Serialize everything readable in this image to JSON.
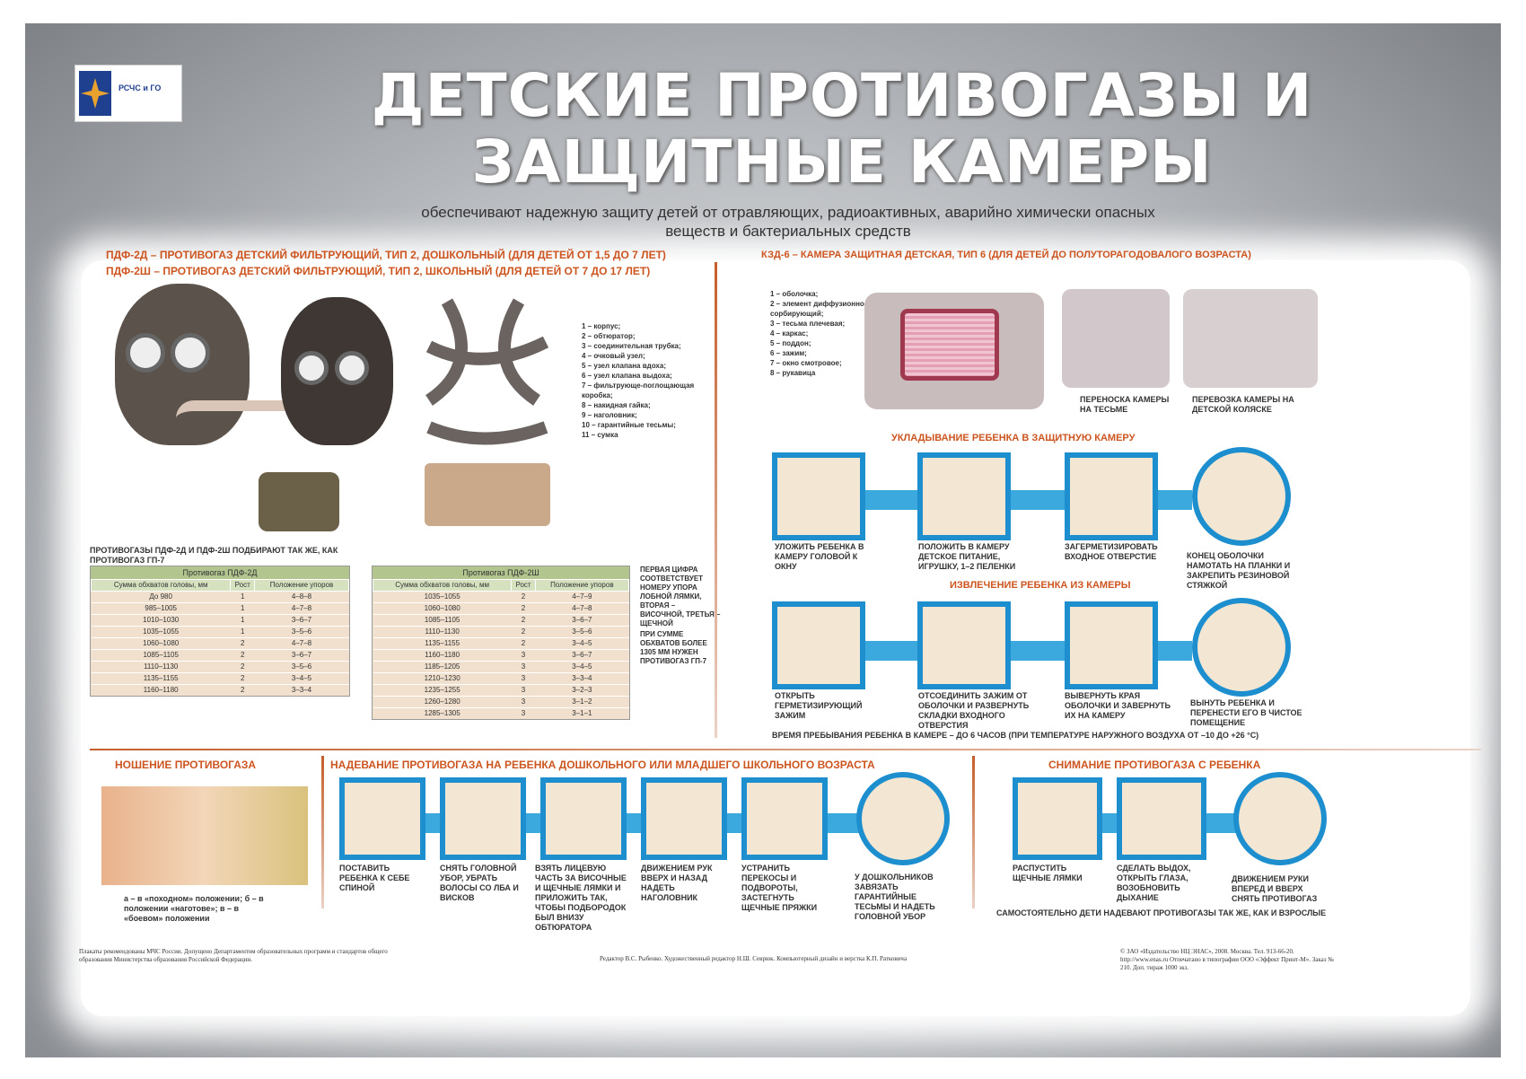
{
  "header": {
    "logo": "РСЧС и ГО",
    "title": "ДЕТСКИЕ ПРОТИВОГАЗЫ И ЗАЩИТНЫЕ КАМЕРЫ",
    "subtitle": "обеспечивают надежную защиту детей от отравляющих, радиоактивных, аварийно химически опасных веществ и бактериальных средств"
  },
  "left": {
    "h1": "ПДФ-2Д – противогаз детский фильтрующий, тип 2, дошкольный (для детей от 1,5 до 7 лет)",
    "h2": "ПДФ-2Ш – противогаз детский фильтрующий, тип 2, школьный (для детей от 7 до 17 лет)",
    "legend": [
      "1 – корпус;",
      "2 – обтюратор;",
      "3 – соединительная трубка;",
      "4 – очковый узел;",
      "5 – узел клапана вдоха;",
      "6 – узел клапана выдоха;",
      "7 – фильтрующе-поглощающая коробка;",
      "8 – накидная гайка;",
      "9 – наголовник;",
      "10 – гарантийные тесьмы;",
      "11 – сумка"
    ],
    "fit_note": "Противогазы ПДФ-2Д и ПДФ-2Ш подбирают так же, как противогаз ГП-7",
    "note1": "Первая цифра соответствует номеру упора лобной лямки, вторая – височной, третья – щечной",
    "note2": "При сумме обхватов более 1305 мм нужен противогаз ГП-7"
  },
  "table1": {
    "caption": "Противогаз ПДФ-2Д",
    "cols": [
      "Сумма обхватов головы, мм",
      "Рост",
      "Положение упоров"
    ],
    "rows": [
      [
        "До 980",
        "1",
        "4–8–8"
      ],
      [
        "985–1005",
        "1",
        "4–7–8"
      ],
      [
        "1010–1030",
        "1",
        "3–6–7"
      ],
      [
        "1035–1055",
        "1",
        "3–5–6"
      ],
      [
        "1060–1080",
        "2",
        "4–7–8"
      ],
      [
        "1085–1105",
        "2",
        "3–6–7"
      ],
      [
        "1110–1130",
        "2",
        "3–5–6"
      ],
      [
        "1135–1155",
        "2",
        "3–4–5"
      ],
      [
        "1160–1180",
        "2",
        "3–3–4"
      ]
    ]
  },
  "table2": {
    "caption": "Противогаз ПДФ-2Ш",
    "cols": [
      "Сумма обхватов головы, мм",
      "Рост",
      "Положение упоров"
    ],
    "rows": [
      [
        "1035–1055",
        "2",
        "4–7–9"
      ],
      [
        "1060–1080",
        "2",
        "4–7–8"
      ],
      [
        "1085–1105",
        "2",
        "3–6–7"
      ],
      [
        "1110–1130",
        "2",
        "3–5–6"
      ],
      [
        "1135–1155",
        "2",
        "3–4–5"
      ],
      [
        "1160–1180",
        "3",
        "3–6–7"
      ],
      [
        "1185–1205",
        "3",
        "3–4–5"
      ],
      [
        "1210–1230",
        "3",
        "3–3–4"
      ],
      [
        "1235–1255",
        "3",
        "3–2–3"
      ],
      [
        "1260–1280",
        "3",
        "3–1–2"
      ],
      [
        "1285–1305",
        "3",
        "3–1–1"
      ]
    ]
  },
  "right": {
    "h": "КЗД-6 – камера защитная детская, тип 6 (для детей до полуторагодовалого возраста)",
    "legend": [
      "1 – оболочка;",
      "2 – элемент диффузионно-сорбирующий;",
      "3 – тесьма плечевая;",
      "4 – каркас;",
      "5 – поддон;",
      "6 – зажим;",
      "7 – окно смотровое;",
      "8 – рукавица"
    ],
    "carry1": "Переноска камеры на тесьме",
    "carry2": "Перевозка камеры на детской коляске",
    "put_h": "Укладывание ребенка в защитную камеру",
    "put": [
      "Уложить ребенка в камеру головой к окну",
      "Положить в камеру детское питание, игрушку, 1–2 пеленки",
      "Загерметизировать входное отверстие",
      "Конец оболочки намотать на планки и закрепить резиновой стяжкой"
    ],
    "take_h": "Извлечение ребенка из камеры",
    "take": [
      "Открыть герметизирующий зажим",
      "Отсоединить зажим от оболочки и развернуть складки входного отверстия",
      "Вывернуть края оболочки и завернуть их на камеру",
      "Вынуть ребенка и перенести его в чистое помещение"
    ],
    "time": "Время пребывания ребенка в камере – до 6 часов (при температуре наружного воздуха от –10 до +26 °С)"
  },
  "bottom": {
    "wear_h": "Ношение противогаза",
    "wear": "а – в «походном» положении; б – в положении «наготове»; в – в «боевом» положении",
    "on_h": "Надевание противогаза на ребенка дошкольного или младшего школьного возраста",
    "on": [
      "Поставить ребенка к себе спиной",
      "Снять головной убор, убрать волосы со лба и висков",
      "Взять лицевую часть за височные и щечные лямки и приложить так, чтобы подбородок был внизу обтюратора",
      "Движением рук вверх и назад надеть наголовник",
      "Устранить перекосы и подвороты, застегнуть щечные пряжки",
      "У дошкольников завязать гарантийные тесьмы и надеть головной убор"
    ],
    "off_h": "Снимание противогаза с ребенка",
    "off": [
      "Распустить щечные лямки",
      "Сделать выдох, открыть глаза, возобновить дыхание",
      "Движением руки вперед и вверх снять противогаз"
    ],
    "self": "Самостоятельно дети надевают противогазы так же, как и взрослые"
  },
  "footer": {
    "left": "Плакаты рекомендованы МЧС России. Допущено Департаментом образовательных программ и стандартов общего образования Министерства образования Российской Федерации.",
    "mid": "Редактор В.С. Рыбенко. Художественный редактор Н.Ш. Севрюк. Компьютерный дизайн и верстка К.П. Ратковича",
    "right": "© ЗАО «Издательство НЦ ЭНАС», 2008. Москва. Тел. 913-66-20. http://www.enas.ru Отпечатано в типографии ООО «Эффект Принт-М». Заказ № 210. Доп. тираж 1000 экз."
  }
}
